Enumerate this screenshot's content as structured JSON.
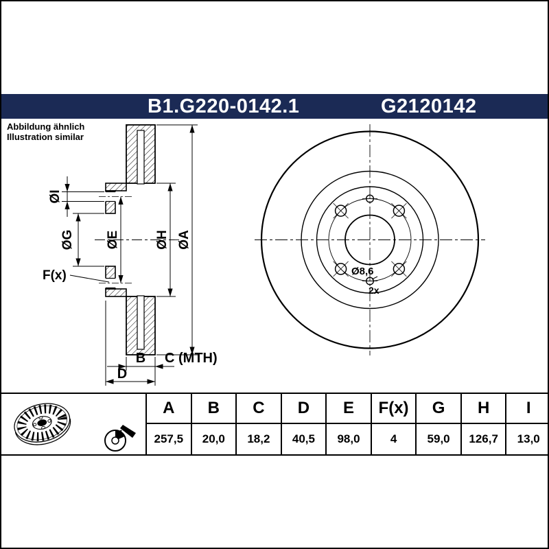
{
  "header": {
    "part_number": "B1.G220-0142.1",
    "oe_number": "G2120142"
  },
  "note": {
    "line1": "Abbildung ähnlich",
    "line2": "Illustration similar"
  },
  "drawing": {
    "labels": {
      "dia_i": "ØI",
      "dia_g": "ØG",
      "dia_e": "ØE",
      "dia_h": "ØH",
      "dia_a": "ØA",
      "f": "F(x)",
      "b": "B",
      "c_mth": "C (MTH)",
      "d": "D",
      "hole_dia": "Ø8,6",
      "hole_count": "2x"
    }
  },
  "table": {
    "columns": [
      "A",
      "B",
      "C",
      "D",
      "E",
      "F(x)",
      "G",
      "H",
      "I"
    ],
    "values": [
      "257,5",
      "20,0",
      "18,2",
      "40,5",
      "98,0",
      "4",
      "59,0",
      "126,7",
      "13,0"
    ]
  },
  "colors": {
    "header_bg": "#1b2a55",
    "line": "#000000",
    "background": "#ffffff"
  }
}
